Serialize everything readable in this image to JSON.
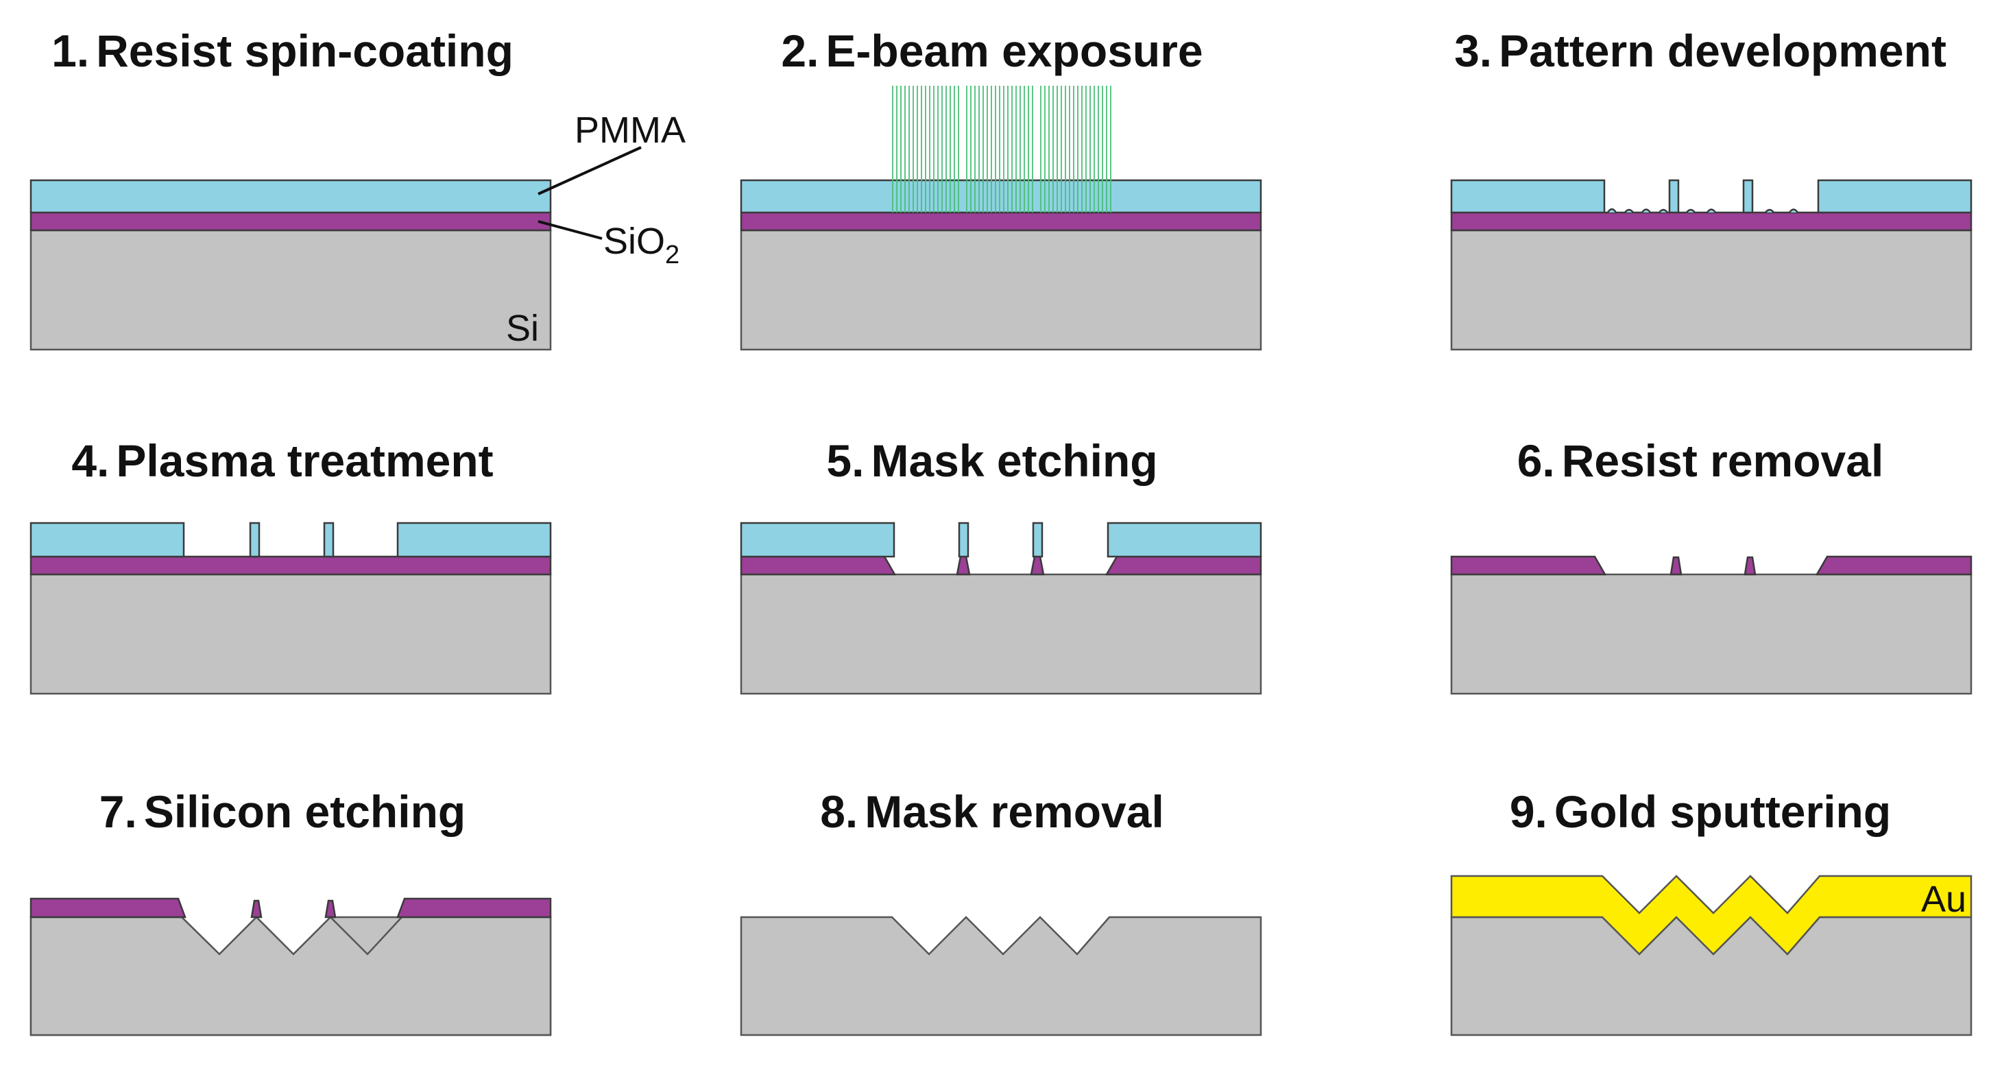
{
  "steps": [
    {
      "number": "1.",
      "title": "Resist spin-coating"
    },
    {
      "number": "2.",
      "title": "E-beam exposure"
    },
    {
      "number": "3.",
      "title": "Pattern development"
    },
    {
      "number": "4.",
      "title": "Plasma treatment"
    },
    {
      "number": "5.",
      "title": "Mask etching"
    },
    {
      "number": "6.",
      "title": "Resist removal"
    },
    {
      "number": "7.",
      "title": "Silicon etching"
    },
    {
      "number": "8.",
      "title": "Mask removal"
    },
    {
      "number": "9.",
      "title": "Gold sputtering"
    }
  ],
  "labels": {
    "pmma": "PMMA",
    "sio2_main": "SiO",
    "sio2_sub": "2",
    "si": "Si",
    "au": "Au"
  },
  "colors": {
    "silicon": "#c3c3c3",
    "sio2": "#9c3f96",
    "pmma": "#8fd2e4",
    "gold": "#ffed00",
    "ebeam": "#4cbf7a"
  }
}
